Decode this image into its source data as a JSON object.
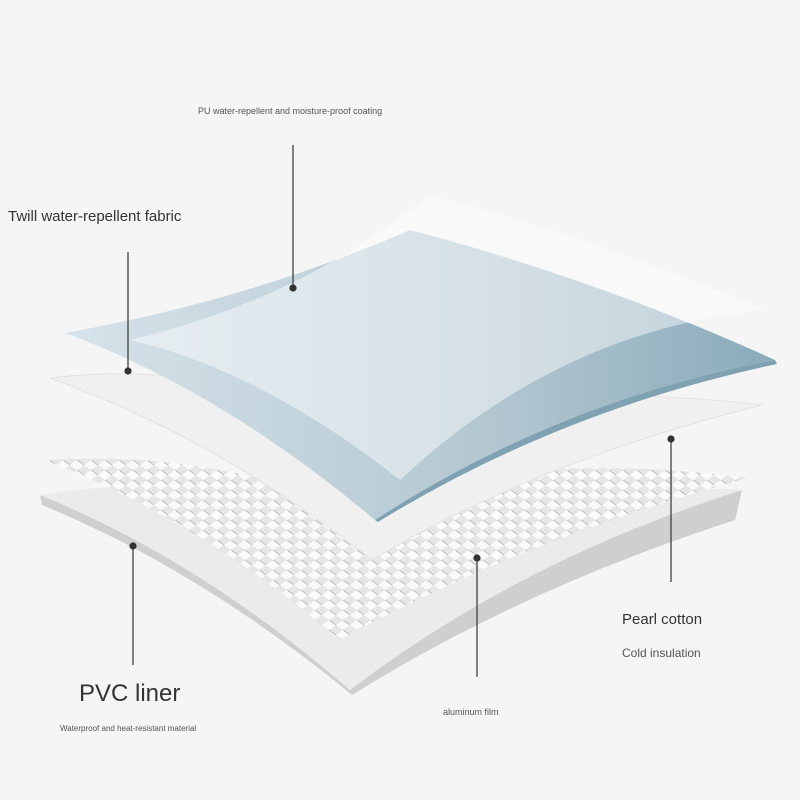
{
  "labels": {
    "pu_coating": "PU water-repellent and moisture-proof coating",
    "twill_fabric": "Twill water-repellent fabric",
    "pearl_cotton": "Pearl cotton",
    "pearl_cotton_sub": "Cold insulation",
    "pvc_liner": "PVC liner",
    "pvc_liner_sub": "Waterproof and heat-resistant material",
    "aluminum_film": "aluminum film"
  },
  "colors": {
    "background": "#f5f5f5",
    "blue_fabric": "#8fb0bf",
    "pvc": "#d4d4d4",
    "line": "#333333"
  }
}
